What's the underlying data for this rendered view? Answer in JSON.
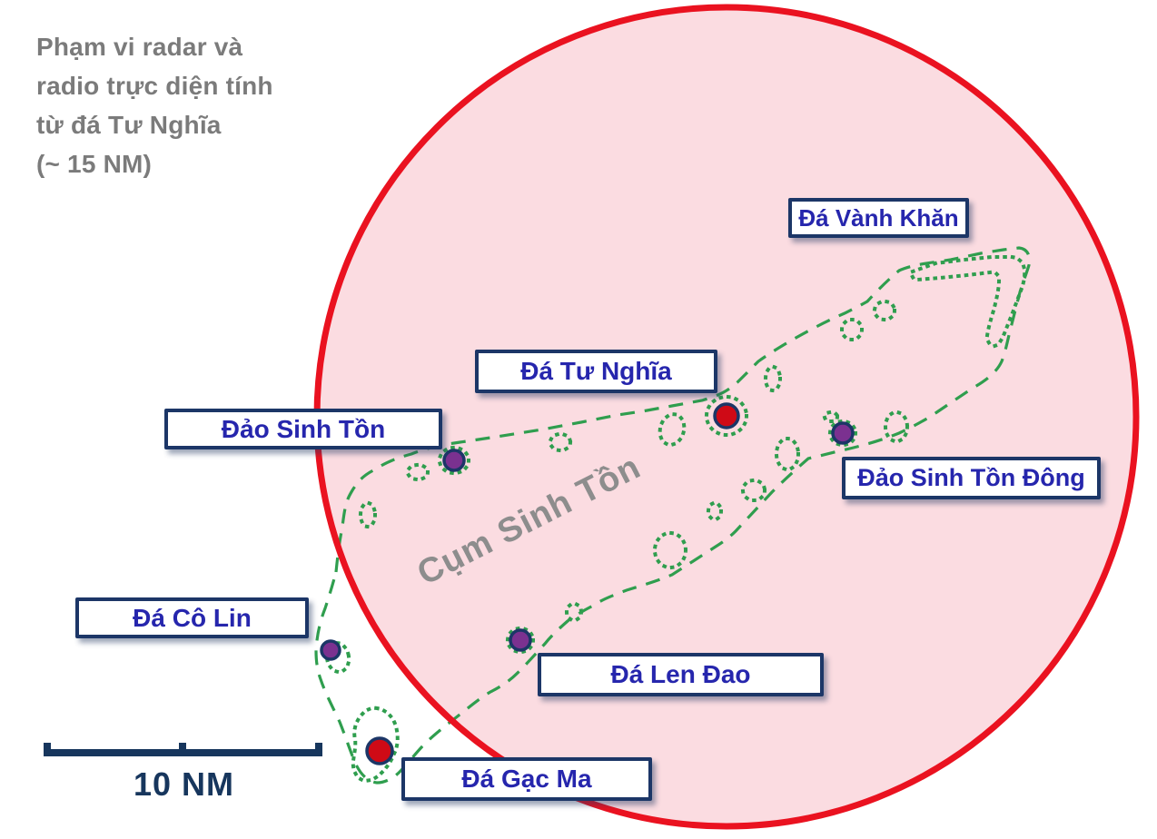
{
  "annotation": {
    "text": "Phạm vi radar và\nradio trực diện tính\ntừ đá Tư Nghĩa\n(~ 15 NM)"
  },
  "region": {
    "label": "Cụm Sinh Tồn"
  },
  "labels": {
    "da_vanh_khan": "Đá Vành Khăn",
    "da_tu_nghia": "Đá Tư Nghĩa",
    "dao_sinh_ton": "Đảo Sinh Tồn",
    "dao_sinh_ton_dong": "Đảo Sinh Tồn Đông",
    "da_co_lin": "Đá Cô Lin",
    "da_len_dao": "Đá Len Đao",
    "da_gac_ma": "Đá Gạc Ma"
  },
  "scale": {
    "label": "10 NM"
  },
  "markers": [
    {
      "name": "Đá Tư Nghĩa",
      "color": "red"
    },
    {
      "name": "Đá Gạc Ma",
      "color": "red"
    },
    {
      "name": "Đảo Sinh Tồn",
      "color": "purple"
    },
    {
      "name": "Đảo Sinh Tồn Đông",
      "color": "purple"
    },
    {
      "name": "Đá Cô Lin",
      "color": "purple"
    },
    {
      "name": "Đá Len Đao",
      "color": "purple"
    }
  ],
  "colors": {
    "radar_circle_stroke": "#ea1220",
    "radar_circle_fill": "#fbdce1",
    "reef_outline_green": "#2f9e4e",
    "label_text_blue": "#2626ad",
    "label_border_navy": "#1c3667",
    "marker_red": "#cf0a16",
    "marker_purple": "#7b3190",
    "annotation_gray": "#7b7b7b",
    "scale_navy": "#17365d"
  }
}
